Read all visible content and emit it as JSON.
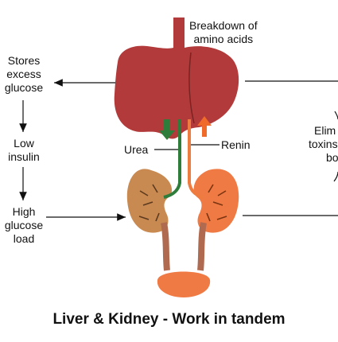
{
  "labels": {
    "breakdown_line1": "Breakdown of",
    "breakdown_line2": "amino acids",
    "stores_line1": "Stores",
    "stores_line2": "excess",
    "stores_line3": "glucose",
    "low_line1": "Low",
    "low_line2": "insulin",
    "high_line1": "High",
    "high_line2": "glucose",
    "high_line3": "load",
    "urea": "Urea",
    "renin": "Renin",
    "elim_line1": "Elim",
    "elim_line2": "toxins",
    "elim_line3": "bo"
  },
  "title": "Liver & Kidney - Work in tandem",
  "colors": {
    "liver": "#b23a3a",
    "kidney_left": "#c98a52",
    "kidney_right": "#f07a44",
    "ureter": "#b06a50",
    "bladder": "#f07a44",
    "green_vessel": "#2f7d3b",
    "orange_vessel": "#ee7b3f",
    "arrow_green": "#2f7d3b",
    "arrow_orange": "#f06a2a"
  }
}
